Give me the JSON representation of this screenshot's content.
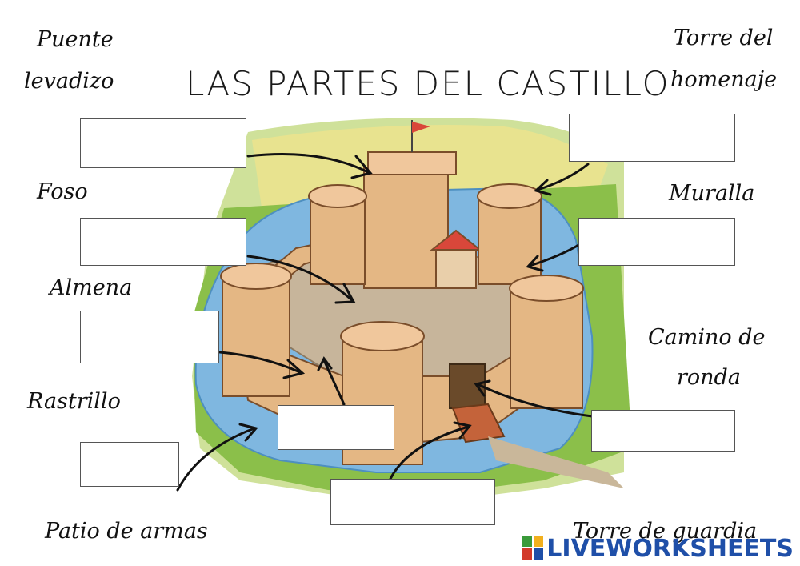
{
  "title": "LAS PARTES DEL CASTILLO",
  "labels": {
    "puente_1": "Puente",
    "puente_2": "levadizo",
    "torre_homenaje_1": "Torre del",
    "torre_homenaje_2": "homenaje",
    "foso": "Foso",
    "muralla": "Muralla",
    "almena": "Almena",
    "camino_1": "Camino de",
    "camino_2": "ronda",
    "rastrillo": "Rastrillo",
    "patio": "Patio de armas",
    "torre_guardia": "Torre de guardia"
  },
  "brand": {
    "text": "LIVEWORKSHEETS",
    "color": "#1f4fa8",
    "mark_colors": [
      "#3a9a3a",
      "#f2b01e",
      "#d23a2a",
      "#1f4fa8"
    ]
  },
  "illustration": {
    "subject": "castle-illustration",
    "colors": {
      "grass": "#8bbf4a",
      "moat": "#7fb7e0",
      "stone": "#e4b784",
      "courtyard": "#c7b59b",
      "roof": "#d9473a"
    }
  }
}
